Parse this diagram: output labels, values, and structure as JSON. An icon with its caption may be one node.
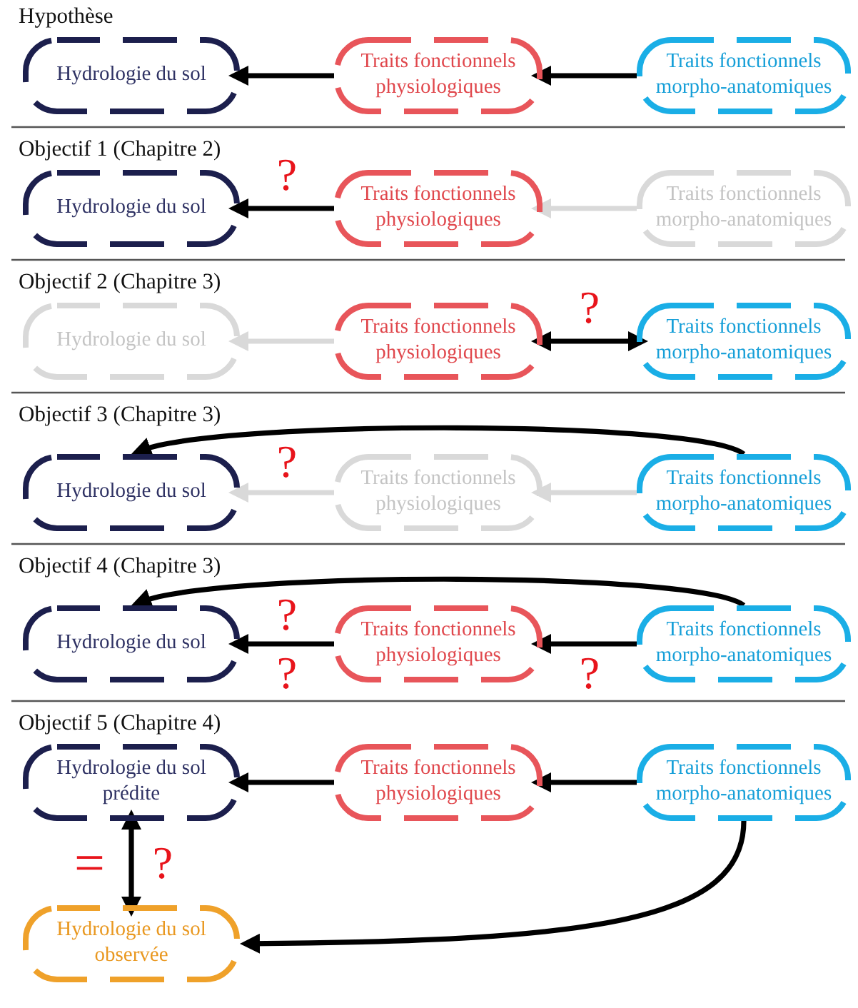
{
  "diagram": {
    "nodes": [
      {
        "text": [
          "Hydrologie du sol"
        ]
      },
      {
        "text": [
          "Traits fonctionnels physiologiques"
        ]
      },
      {
        "text": [
          "Traits fonctionnels morpho-anatomiques"
        ]
      },
      {
        "text": [
          "Hydrologie du sol"
        ]
      },
      {
        "text": [
          "Traits fonctionnels physiologiques"
        ]
      },
      {
        "text": [
          "Traits fonctionnels morpho-anatomiques"
        ]
      },
      {
        "text": [
          "Hydrologie du sol"
        ]
      },
      {
        "text": [
          "Traits fonctionnels physiologiques"
        ]
      },
      {
        "text": [
          "Traits fonctionnels morpho-anatomiques"
        ]
      },
      {
        "text": [
          "Hydrologie du sol"
        ]
      },
      {
        "text": [
          "Traits fonctionnels physiologiques"
        ]
      },
      {
        "text": [
          "Traits fonctionnels morpho-anatomiques"
        ]
      },
      {
        "text": [
          "Hydrologie du sol"
        ]
      },
      {
        "text": [
          "Traits fonctionnels physiologiques"
        ]
      },
      {
        "text": [
          "Traits fonctionnels morpho-anatomiques"
        ]
      },
      {
        "text": [
          "Hydrologie du sol prédite"
        ]
      },
      {
        "text": [
          "Traits fonctionnels physiologiques"
        ]
      },
      {
        "text": [
          "Traits fonctionnels morpho-anatomiques"
        ]
      },
      {
        "text": [
          "Hydrologie du sol observée"
        ]
      }
    ],
    "edges": [
      {
        "from": 2,
        "to": 1,
        "arrow": "to"
      },
      {
        "from": 1,
        "to": 0,
        "arrow": "to"
      },
      {
        "from": 5,
        "to": 4,
        "arrow": "to",
        "color": "#d9d9d9"
      },
      {
        "from": 4,
        "to": 3,
        "arrow": "to",
        "label": "?"
      },
      {
        "from": 7,
        "to": 6,
        "arrow": "to",
        "color": "#d9d9d9"
      },
      {
        "from": 7,
        "to": 8,
        "arrow": "both",
        "label": "?"
      },
      {
        "from": 11,
        "to": 9,
        "arrow": "to",
        "label": "?"
      },
      {
        "from": 11,
        "to": 10,
        "arrow": "to",
        "color": "#d9d9d9"
      },
      {
        "from": 10,
        "to": 9,
        "arrow": "to",
        "color": "#d9d9d9"
      },
      {
        "from": 14,
        "to": 12,
        "arrow": "to",
        "label": "?"
      },
      {
        "from": 13,
        "to": 12,
        "arrow": "to",
        "label": "?"
      },
      {
        "from": 14,
        "to": 13,
        "arrow": "to",
        "label": "?"
      },
      {
        "from": 17,
        "to": 16,
        "arrow": "to"
      },
      {
        "from": 16,
        "to": 15,
        "arrow": "to"
      },
      {
        "from": 15,
        "to": 18,
        "arrow": "both",
        "label": "?"
      },
      {
        "from": 17,
        "to": 18,
        "arrow": "to"
      }
    ],
    "labels": [
      "Hypothèse",
      "Objectif 1 (Chapitre 2)",
      "Objectif 2 (Chapitre 3)",
      "Objectif 3 (Chapitre 3)",
      "Objectif 4 (Chapitre 3)",
      "Objectif 5 (Chapitre 4)",
      "="
    ]
  }
}
